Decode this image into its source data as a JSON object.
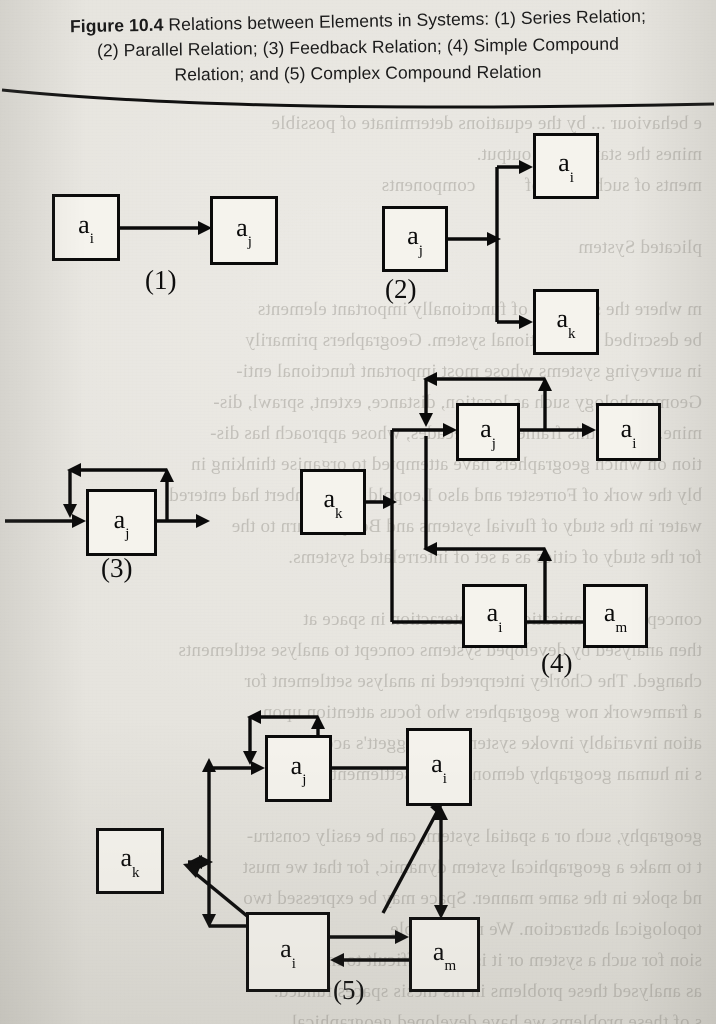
{
  "caption": {
    "figure_number": "Figure 10.4",
    "line1_rest": " Relations between Elements in Systems: (1) Series Relation;",
    "line2": "(2) Parallel Relation; (3) Feedback Relation; (4) Simple Compound",
    "line3": "Relation; and (5) Complex Compound Relation"
  },
  "labels": {
    "a": "a",
    "i": "i",
    "j": "j",
    "k": "k",
    "m": "m"
  },
  "groups": {
    "g1": "(1)",
    "g2": "(2)",
    "g3": "(3)",
    "g4": "(4)",
    "g5": "(5)"
  },
  "nodes": {
    "d1_ai": {
      "base": "a",
      "sub": "i"
    },
    "d1_aj": {
      "base": "a",
      "sub": "j"
    },
    "d2_aj": {
      "base": "a",
      "sub": "j"
    },
    "d2_ai": {
      "base": "a",
      "sub": "i"
    },
    "d2_ak": {
      "base": "a",
      "sub": "k"
    },
    "d3_aj": {
      "base": "a",
      "sub": "j"
    },
    "d4_ak": {
      "base": "a",
      "sub": "k"
    },
    "d4_aj": {
      "base": "a",
      "sub": "j"
    },
    "d4_ai_top": {
      "base": "a",
      "sub": "i"
    },
    "d4_ai_bot": {
      "base": "a",
      "sub": "i"
    },
    "d4_am": {
      "base": "a",
      "sub": "m"
    },
    "d5_ak": {
      "base": "a",
      "sub": "k"
    },
    "d5_aj": {
      "base": "a",
      "sub": "j"
    },
    "d5_ai_top": {
      "base": "a",
      "sub": "i"
    },
    "d5_ai_bot": {
      "base": "a",
      "sub": "i"
    },
    "d5_am": {
      "base": "a",
      "sub": "m"
    }
  },
  "colors": {
    "ink": "#111111",
    "paper": "#e9e7e2",
    "bleed": "#8e8b84"
  },
  "bleed_text": "e behaviour ... by the equations determinate of possible\nmines the state of the output.\nments of such  level of          components\n\nplicated System\n\nm where the structure of functionally important elements\nbe described as a relational system. Geographers primarily\nin surveying systems whose most important functional enti-\nGeomorphology such as location, distance, extent, sprawl, dis-\nmine. Within this framework decades, whose approach has dis-\ntion on which geographers have attempted to organise thinking in\nbly the work of Forrester and also Leopold and Lambert had entered\nwater in the study of fluvial systems and Berry to turn to the\nfor the study of cities as a set of interrelated systems.\n\nconcepts of organisation and interaction in space at\nthen analysed by developed systems concept to analyse settlements\nchanged. The Chorley interpreted in analyse settlement for\na framework now geographers who focus attention upon\nation invariably invoke systems as Haggett's account of\ns in human geography demonstrates; settlement\n\ngeography, such or a spatial system, can be easily constru-\nt to make a geographical system dynamic, for that we must\nnd spoke in the same manner. Space may be expressed two\ntopological abstraction. We may be able\nsion for such a system or it is very difficult to maintain\nas analysed these problems in his thesis spaces funded.\ns of these problems we have developed geographical\nmay be classified as controlled systems (discussed above)."
}
